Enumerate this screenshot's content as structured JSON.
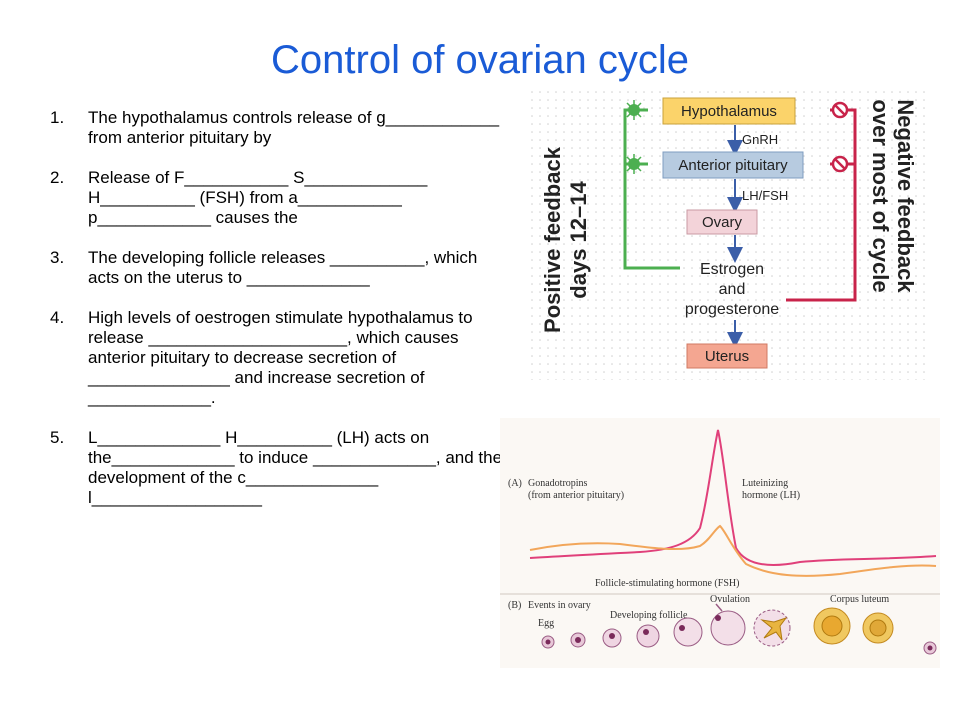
{
  "slide": {
    "title": "Control of ovarian cycle"
  },
  "items": [
    {
      "num": "1.",
      "text": "The hypothalamus controls release of g____________ from anterior pituitary by"
    },
    {
      "num": "2.",
      "text": "Release of F___________ S_____________ H__________ (FSH) from a___________ p____________ causes the"
    },
    {
      "num": "3.",
      "text": "The developing follicle releases __________, which acts on the uterus to _____________"
    },
    {
      "num": "4.",
      "text": "High levels of oestrogen stimulate hypothalamus to release _____________________, which causes anterior pituitary to decrease secretion of _______________ and increase secretion of _____________."
    },
    {
      "num": "5.",
      "text": "L_____________ H__________ (LH) acts on the_____________ to induce _____________, and the development of the c______________ l__________________"
    }
  ],
  "feedback_diagram": {
    "positive_label_1": "Positive feedback",
    "positive_label_2": "days 12–14",
    "negative_label_1": "Negative feedback",
    "negative_label_2": "over most of cycle",
    "hypothalamus": "Hypothalamus",
    "gnrh": "GnRH",
    "anterior_pituitary": "Anterior pituitary",
    "lh_fsh": "LH/FSH",
    "ovary": "Ovary",
    "estrogen": "Estrogen",
    "and": "and",
    "progesterone": "progesterone",
    "uterus": "Uterus",
    "colors": {
      "positive": "#4caf50",
      "negative": "#c8234a",
      "hypothalamus_box": "#fbd36a",
      "pituitary_box": "#b7cbe0",
      "ovary_box": "#f3d3d9",
      "uterus_box": "#f4a691"
    }
  },
  "cycle_figure": {
    "panel_a_label": "(A)",
    "gonadotropins": "Gonadotropins",
    "from_anterior": "(from anterior pituitary)",
    "luteinizing": "Luteinizing",
    "hormone_lh": "hormone (LH)",
    "fsh_label": "Follicle-stimulating hormone (FSH)",
    "panel_b_label": "(B)",
    "events": "Events in ovary",
    "egg": "Egg",
    "developing": "Developing follicle",
    "ovulation": "Ovulation",
    "corpus": "Corpus luteum",
    "colors": {
      "lh": "#e0407a",
      "fsh": "#f2a65a"
    }
  }
}
